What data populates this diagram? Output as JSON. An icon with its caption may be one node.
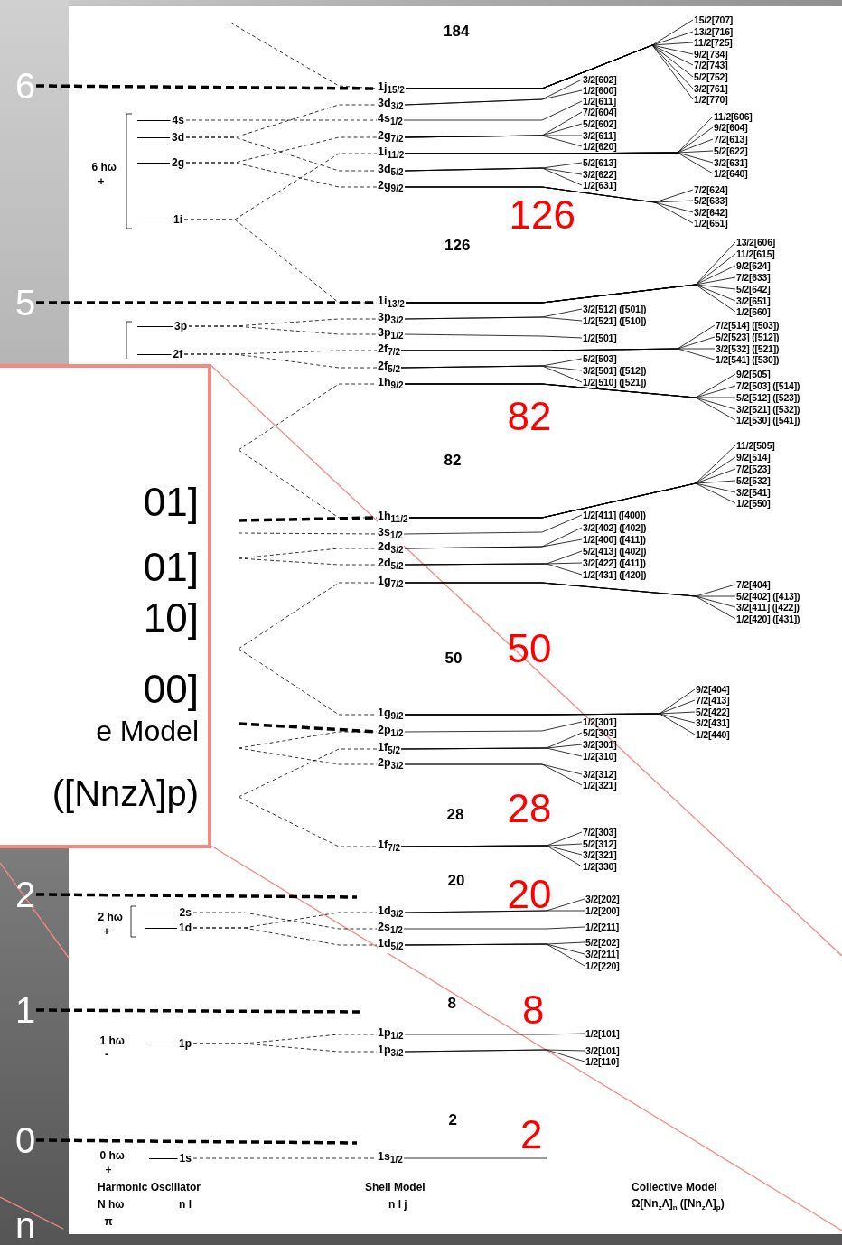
{
  "diagram": {
    "nodes": [
      {
        "text": [
          "6"
        ]
      },
      {
        "text": [
          "5"
        ]
      },
      {
        "text": [
          "2"
        ]
      },
      {
        "text": [
          "1"
        ]
      },
      {
        "text": [
          "0"
        ]
      },
      {
        "text": [
          "4s"
        ]
      },
      {
        "text": [
          "3d"
        ]
      },
      {
        "text": [
          "2g"
        ]
      },
      {
        "text": [
          "1i"
        ]
      },
      {
        "text": [
          "3p"
        ]
      },
      {
        "text": [
          "2f"
        ]
      },
      {
        "text": [
          "2s"
        ]
      },
      {
        "text": [
          "1d"
        ]
      },
      {
        "text": [
          "1p"
        ]
      },
      {
        "text": [
          "1s"
        ]
      },
      {
        "text": [
          "1j$_{15/2}$"
        ]
      },
      {
        "text": [
          "3d$_{3/2}$"
        ]
      },
      {
        "text": [
          "4s$_{1/2}$"
        ]
      },
      {
        "text": [
          "2g$_{7/2}$"
        ]
      },
      {
        "text": [
          "1i$_{11/2}$"
        ]
      },
      {
        "text": [
          "3d$_{5/2}$"
        ]
      },
      {
        "text": [
          "2g$_{9/2}$"
        ]
      },
      {
        "text": [
          "1i$_{13/2}$"
        ]
      },
      {
        "text": [
          "3p$_{3/2}$"
        ]
      },
      {
        "text": [
          "3p$_{1/2}$"
        ]
      },
      {
        "text": [
          "2f$_{7/2}$"
        ]
      },
      {
        "text": [
          "2f$_{5/2}$"
        ]
      },
      {
        "text": [
          "1h$_{9/2}$"
        ]
      },
      {
        "text": [
          "1h$_{11/2}$"
        ]
      },
      {
        "text": [
          "3s$_{1/2}$"
        ]
      },
      {
        "text": [
          "2d$_{3/2}$"
        ]
      },
      {
        "text": [
          "2d$_{5/2}$"
        ]
      },
      {
        "text": [
          "1g$_{7/2}$"
        ]
      },
      {
        "text": [
          "1g$_{9/2}$"
        ]
      },
      {
        "text": [
          "2p$_{1/2}$"
        ]
      },
      {
        "text": [
          "1f$_{5/2}$"
        ]
      },
      {
        "text": [
          "2p$_{3/2}$"
        ]
      },
      {
        "text": [
          "1f$_{7/2}$"
        ]
      },
      {
        "text": [
          "1d$_{3/2}$"
        ]
      },
      {
        "text": [
          "2s$_{1/2}$"
        ]
      },
      {
        "text": [
          "1d$_{5/2}$"
        ]
      },
      {
        "text": [
          "1p$_{1/2}$"
        ]
      },
      {
        "text": [
          "1p$_{3/2}$"
        ]
      },
      {
        "text": [
          "1s$_{1/2}$"
        ]
      },
      {
        "text": [
          "15/2[707]"
        ]
      },
      {
        "text": [
          "13/2[716]"
        ]
      },
      {
        "text": [
          "11/2[725]"
        ]
      },
      {
        "text": [
          "9/2[734]"
        ]
      },
      {
        "text": [
          "7/2[743]"
        ]
      },
      {
        "text": [
          "5/2[752]"
        ]
      },
      {
        "text": [
          "3/2[761]"
        ]
      },
      {
        "text": [
          "1/2[770]"
        ]
      },
      {
        "text": [
          "3/2[602]"
        ]
      },
      {
        "text": [
          "1/2[600]"
        ]
      },
      {
        "text": [
          "1/2[611]"
        ]
      },
      {
        "text": [
          "7/2[604]"
        ]
      },
      {
        "text": [
          "5/2[602]"
        ]
      },
      {
        "text": [
          "3/2[611]"
        ]
      },
      {
        "text": [
          "1/2[620]"
        ]
      },
      {
        "text": [
          "11/2[606]"
        ]
      },
      {
        "text": [
          "9/2[604]"
        ]
      },
      {
        "text": [
          "7/2[613]"
        ]
      },
      {
        "text": [
          "5/2[622]"
        ]
      },
      {
        "text": [
          "3/2[631]"
        ]
      },
      {
        "text": [
          "1/2[640]"
        ]
      },
      {
        "text": [
          "5/2[613]"
        ]
      },
      {
        "text": [
          "3/2[622]"
        ]
      },
      {
        "text": [
          "1/2[631]"
        ]
      },
      {
        "text": [
          "7/2[624]"
        ]
      },
      {
        "text": [
          "5/2[633]"
        ]
      },
      {
        "text": [
          "3/2[642]"
        ]
      },
      {
        "text": [
          "1/2[651]"
        ]
      },
      {
        "text": [
          "13/2[606]"
        ]
      },
      {
        "text": [
          "11/2[615]"
        ]
      },
      {
        "text": [
          "9/2[624]"
        ]
      },
      {
        "text": [
          "7/2[633]"
        ]
      },
      {
        "text": [
          "5/2[642]"
        ]
      },
      {
        "text": [
          "3/2[651]"
        ]
      },
      {
        "text": [
          "1/2[660]"
        ]
      },
      {
        "text": [
          "3/2[512] ([501])"
        ]
      },
      {
        "text": [
          "1/2[521] ([510])"
        ]
      },
      {
        "text": [
          "1/2[501]"
        ]
      },
      {
        "text": [
          "7/2[514] ([503])"
        ]
      },
      {
        "text": [
          "5/2[523] ([512])"
        ]
      },
      {
        "text": [
          "3/2[532] ([521])"
        ]
      },
      {
        "text": [
          "1/2[541] ([530])"
        ]
      },
      {
        "text": [
          "5/2[503]"
        ]
      },
      {
        "text": [
          "3/2[501] ([512])"
        ]
      },
      {
        "text": [
          "1/2[510] ([521])"
        ]
      },
      {
        "text": [
          "9/2[505]"
        ]
      },
      {
        "text": [
          "7/2[503] ([514])"
        ]
      },
      {
        "text": [
          "5/2[512] ([523])"
        ]
      },
      {
        "text": [
          "3/2[521] ([532])"
        ]
      },
      {
        "text": [
          "1/2[530] ([541])"
        ]
      },
      {
        "text": [
          "11/2[505]"
        ]
      },
      {
        "text": [
          "9/2[514]"
        ]
      },
      {
        "text": [
          "7/2[523]"
        ]
      },
      {
        "text": [
          "5/2[532]"
        ]
      },
      {
        "text": [
          "3/2[541]"
        ]
      },
      {
        "text": [
          "1/2[550]"
        ]
      },
      {
        "text": [
          "1/2[411] ([400])"
        ]
      },
      {
        "text": [
          "3/2[402] ([402])"
        ]
      },
      {
        "text": [
          "1/2[400] ([411])"
        ]
      },
      {
        "text": [
          "5/2[413] ([402])"
        ]
      },
      {
        "text": [
          "3/2[422] ([411])"
        ]
      },
      {
        "text": [
          "1/2[431] ([420])"
        ]
      },
      {
        "text": [
          "7/2[404]"
        ]
      },
      {
        "text": [
          "5/2[402] ([413])"
        ]
      },
      {
        "text": [
          "3/2[411] ([422])"
        ]
      },
      {
        "text": [
          "1/2[420] ([431])"
        ]
      },
      {
        "text": [
          "9/2[404]"
        ]
      },
      {
        "text": [
          "7/2[413]"
        ]
      },
      {
        "text": [
          "5/2[422]"
        ]
      },
      {
        "text": [
          "3/2[431]"
        ]
      },
      {
        "text": [
          "1/2[440]"
        ]
      },
      {
        "text": [
          "1/2[301]"
        ]
      },
      {
        "text": [
          "5/2[303]"
        ]
      },
      {
        "text": [
          "3/2[301]"
        ]
      },
      {
        "text": [
          "1/2[310]"
        ]
      },
      {
        "text": [
          "3/2[312]"
        ]
      },
      {
        "text": [
          "1/2[321]"
        ]
      },
      {
        "text": [
          "7/2[303]"
        ]
      },
      {
        "text": [
          "5/2[312]"
        ]
      },
      {
        "text": [
          "3/2[321]"
        ]
      },
      {
        "text": [
          "1/2[330]"
        ]
      },
      {
        "text": [
          "3/2[202]"
        ]
      },
      {
        "text": [
          "1/2[200]"
        ]
      },
      {
        "text": [
          "1/2[211]"
        ]
      },
      {
        "text": [
          "5/2[202]"
        ]
      },
      {
        "text": [
          "3/2[211]"
        ]
      },
      {
        "text": [
          "1/2[220]"
        ]
      },
      {
        "text": [
          "1/2[101]"
        ]
      },
      {
        "text": [
          "3/2[101]"
        ]
      },
      {
        "text": [
          "1/2[110]"
        ]
      },
      {
        "text": [
          "01]",
          "01]",
          "10]",
          "00]",
          "e Model",
          "([Nnzλ]p)"
        ]
      }
    ],
    "edges": [
      {
        "from": 0,
        "to": 15,
        "arrow": "none",
        "style": "dashed"
      },
      {
        "from": 1,
        "to": 22,
        "arrow": "none",
        "style": "dashed"
      },
      {
        "from": null,
        "to": 28,
        "arrow": "none",
        "style": "dashed"
      },
      {
        "from": null,
        "to": 34,
        "arrow": "none",
        "style": "dashed"
      },
      {
        "from": 2,
        "to": null,
        "arrow": "none",
        "style": "dashed"
      },
      {
        "from": 3,
        "to": null,
        "arrow": "none",
        "style": "dashed"
      },
      {
        "from": 4,
        "to": null,
        "arrow": "none",
        "style": "dashed"
      },
      {
        "from": null,
        "to": 15,
        "arrow": "none",
        "style": "dashed"
      },
      {
        "from": 5,
        "to": 17,
        "arrow": "none",
        "style": "dashed"
      },
      {
        "from": 6,
        "to": 16,
        "arrow": "none",
        "style": "dashed"
      },
      {
        "from": 6,
        "to": 20,
        "arrow": "none",
        "style": "dashed"
      },
      {
        "from": 7,
        "to": 18,
        "arrow": "none",
        "style": "dashed"
      },
      {
        "from": 7,
        "to": 21,
        "arrow": "none",
        "style": "dashed"
      },
      {
        "from": 8,
        "to": 19,
        "arrow": "none",
        "style": "dashed"
      },
      {
        "from": 8,
        "to": 22,
        "arrow": "none",
        "style": "dashed"
      },
      {
        "from": 9,
        "to": 23,
        "arrow": "none",
        "style": "dashed"
      },
      {
        "from": 9,
        "to": 24,
        "arrow": "none",
        "style": "dashed"
      },
      {
        "from": 10,
        "to": 25,
        "arrow": "none",
        "style": "dashed"
      },
      {
        "from": 10,
        "to": 26,
        "arrow": "none",
        "style": "dashed"
      },
      {
        "from": null,
        "to": 27,
        "arrow": "none",
        "style": "dashed"
      },
      {
        "from": null,
        "to": 28,
        "arrow": "none",
        "style": "dashed"
      },
      {
        "from": null,
        "to": 29,
        "arrow": "none",
        "style": "dashed"
      },
      {
        "from": null,
        "to": 30,
        "arrow": "none",
        "style": "dashed"
      },
      {
        "from": null,
        "to": 31,
        "arrow": "none",
        "style": "dashed"
      },
      {
        "from": null,
        "to": 32,
        "arrow": "none",
        "style": "dashed"
      },
      {
        "from": null,
        "to": 33,
        "arrow": "none",
        "style": "dashed"
      },
      {
        "from": null,
        "to": 34,
        "arrow": "none",
        "style": "dashed"
      },
      {
        "from": null,
        "to": 36,
        "arrow": "none",
        "style": "dashed"
      },
      {
        "from": null,
        "to": 35,
        "arrow": "none",
        "style": "dashed"
      },
      {
        "from": null,
        "to": 37,
        "arrow": "none",
        "style": "dashed"
      },
      {
        "from": 11,
        "to": 39,
        "arrow": "none",
        "style": "dashed"
      },
      {
        "from": 12,
        "to": 38,
        "arrow": "none",
        "style": "dashed"
      },
      {
        "from": 12,
        "to": 40,
        "arrow": "none",
        "style": "dashed"
      },
      {
        "from": 13,
        "to": 41,
        "arrow": "none",
        "style": "dashed"
      },
      {
        "from": 13,
        "to": 42,
        "arrow": "none",
        "style": "dashed"
      },
      {
        "from": 14,
        "to": 43,
        "arrow": "none",
        "style": "dashed"
      },
      {
        "from": 15,
        "to": 44,
        "arrow": "none"
      },
      {
        "from": 15,
        "to": 45,
        "arrow": "none"
      },
      {
        "from": 15,
        "to": 46,
        "arrow": "none"
      },
      {
        "from": 15,
        "to": 47,
        "arrow": "none"
      },
      {
        "from": 15,
        "to": 48,
        "arrow": "none"
      },
      {
        "from": 15,
        "to": 49,
        "arrow": "none"
      },
      {
        "from": 15,
        "to": 50,
        "arrow": "none"
      },
      {
        "from": 15,
        "to": 51,
        "arrow": "none"
      },
      {
        "from": 16,
        "to": 52,
        "arrow": "none"
      },
      {
        "from": 16,
        "to": 53,
        "arrow": "none"
      },
      {
        "from": 17,
        "to": 54,
        "arrow": "none"
      },
      {
        "from": 18,
        "to": 55,
        "arrow": "none"
      },
      {
        "from": 18,
        "to": 56,
        "arrow": "none"
      },
      {
        "from": 18,
        "to": 57,
        "arrow": "none"
      },
      {
        "from": 18,
        "to": 58,
        "arrow": "none"
      },
      {
        "from": 19,
        "to": 59,
        "arrow": "none"
      },
      {
        "from": 19,
        "to": 60,
        "arrow": "none"
      },
      {
        "from": 19,
        "to": 61,
        "arrow": "none"
      },
      {
        "from": 19,
        "to": 62,
        "arrow": "none"
      },
      {
        "from": 19,
        "to": 63,
        "arrow": "none"
      },
      {
        "from": 19,
        "to": 64,
        "arrow": "none"
      },
      {
        "from": 20,
        "to": 65,
        "arrow": "none"
      },
      {
        "from": 20,
        "to": 66,
        "arrow": "none"
      },
      {
        "from": 20,
        "to": 67,
        "arrow": "none"
      },
      {
        "from": 21,
        "to": 68,
        "arrow": "none"
      },
      {
        "from": 21,
        "to": 69,
        "arrow": "none"
      },
      {
        "from": 21,
        "to": 70,
        "arrow": "none"
      },
      {
        "from": 21,
        "to": 71,
        "arrow": "none"
      },
      {
        "from": 22,
        "to": 72,
        "arrow": "none"
      },
      {
        "from": 22,
        "to": 73,
        "arrow": "none"
      },
      {
        "from": 22,
        "to": 74,
        "arrow": "none"
      },
      {
        "from": 22,
        "to": 75,
        "arrow": "none"
      },
      {
        "from": 22,
        "to": 76,
        "arrow": "none"
      },
      {
        "from": 22,
        "to": 77,
        "arrow": "none"
      },
      {
        "from": 22,
        "to": 78,
        "arrow": "none"
      },
      {
        "from": 23,
        "to": 79,
        "arrow": "none"
      },
      {
        "from": 23,
        "to": 80,
        "arrow": "none"
      },
      {
        "from": 24,
        "to": 81,
        "arrow": "none"
      },
      {
        "from": 25,
        "to": 82,
        "arrow": "none"
      },
      {
        "from": 25,
        "to": 83,
        "arrow": "none"
      },
      {
        "from": 25,
        "to": 84,
        "arrow": "none"
      },
      {
        "from": 25,
        "to": 85,
        "arrow": "none"
      },
      {
        "from": 26,
        "to": 86,
        "arrow": "none"
      },
      {
        "from": 26,
        "to": 87,
        "arrow": "none"
      },
      {
        "from": 26,
        "to": 88,
        "arrow": "none"
      },
      {
        "from": 27,
        "to": 89,
        "arrow": "none"
      },
      {
        "from": 27,
        "to": 90,
        "arrow": "none"
      },
      {
        "from": 27,
        "to": 91,
        "arrow": "none"
      },
      {
        "from": 27,
        "to": 92,
        "arrow": "none"
      },
      {
        "from": 27,
        "to": 93,
        "arrow": "none"
      },
      {
        "from": 28,
        "to": 94,
        "arrow": "none"
      },
      {
        "from": 28,
        "to": 95,
        "arrow": "none"
      },
      {
        "from": 28,
        "to": 96,
        "arrow": "none"
      },
      {
        "from": 28,
        "to": 97,
        "arrow": "none"
      },
      {
        "from": 28,
        "to": 98,
        "arrow": "none"
      },
      {
        "from": 28,
        "to": 99,
        "arrow": "none"
      },
      {
        "from": 29,
        "to": 100,
        "arrow": "none"
      },
      {
        "from": 30,
        "to": 101,
        "arrow": "none"
      },
      {
        "from": 30,
        "to": 102,
        "arrow": "none"
      },
      {
        "from": 31,
        "to": 103,
        "arrow": "none"
      },
      {
        "from": 31,
        "to": 104,
        "arrow": "none"
      },
      {
        "from": 31,
        "to": 105,
        "arrow": "none"
      },
      {
        "from": 32,
        "to": 106,
        "arrow": "none"
      },
      {
        "from": 32,
        "to": 107,
        "arrow": "none"
      },
      {
        "from": 32,
        "to": 108,
        "arrow": "none"
      },
      {
        "from": 32,
        "to": 109,
        "arrow": "none"
      },
      {
        "from": 33,
        "to": 110,
        "arrow": "none"
      },
      {
        "from": 33,
        "to": 111,
        "arrow": "none"
      },
      {
        "from": 33,
        "to": 112,
        "arrow": "none"
      },
      {
        "from": 33,
        "to": 113,
        "arrow": "none"
      },
      {
        "from": 33,
        "to": 114,
        "arrow": "none"
      },
      {
        "from": 34,
        "to": 115,
        "arrow": "none"
      },
      {
        "from": 35,
        "to": 116,
        "arrow": "none"
      },
      {
        "from": 35,
        "to": 117,
        "arrow": "none"
      },
      {
        "from": 35,
        "to": 118,
        "arrow": "none"
      },
      {
        "from": 36,
        "to": 119,
        "arrow": "none"
      },
      {
        "from": 36,
        "to": 120,
        "arrow": "none"
      },
      {
        "from": 37,
        "to": 121,
        "arrow": "none"
      },
      {
        "from": 37,
        "to": 122,
        "arrow": "none"
      },
      {
        "from": 37,
        "to": 123,
        "arrow": "none"
      },
      {
        "from": 37,
        "to": 124,
        "arrow": "none"
      },
      {
        "from": 38,
        "to": 125,
        "arrow": "none"
      },
      {
        "from": 38,
        "to": 126,
        "arrow": "none"
      },
      {
        "from": 39,
        "to": 127,
        "arrow": "none"
      },
      {
        "from": 40,
        "to": 128,
        "arrow": "none"
      },
      {
        "from": 40,
        "to": 129,
        "arrow": "none"
      },
      {
        "from": 40,
        "to": 130,
        "arrow": "none"
      },
      {
        "from": 41,
        "to": 131,
        "arrow": "none"
      },
      {
        "from": 42,
        "to": 132,
        "arrow": "none"
      },
      {
        "from": 42,
        "to": 133,
        "arrow": "none"
      },
      {
        "from": 43,
        "to": null,
        "arrow": "none"
      }
    ],
    "labels": [
      "184",
      "126",
      "126",
      "82",
      "82",
      "50",
      "50",
      "28",
      "28",
      "20",
      "20",
      "8",
      "8",
      "2",
      "2",
      "6 hω",
      "+",
      "2 hω",
      "+",
      "1 hω",
      "-",
      "0 hω",
      "+",
      "n",
      "Harmonic Oscillator",
      "Shell Model",
      "Collective Model",
      "N hω",
      "n l",
      "n l j",
      "Ω[Nn$_{z}$Λ]$_{n}$ ([Nn$_{z}$Λ]$_{p}$)",
      "π"
    ]
  }
}
